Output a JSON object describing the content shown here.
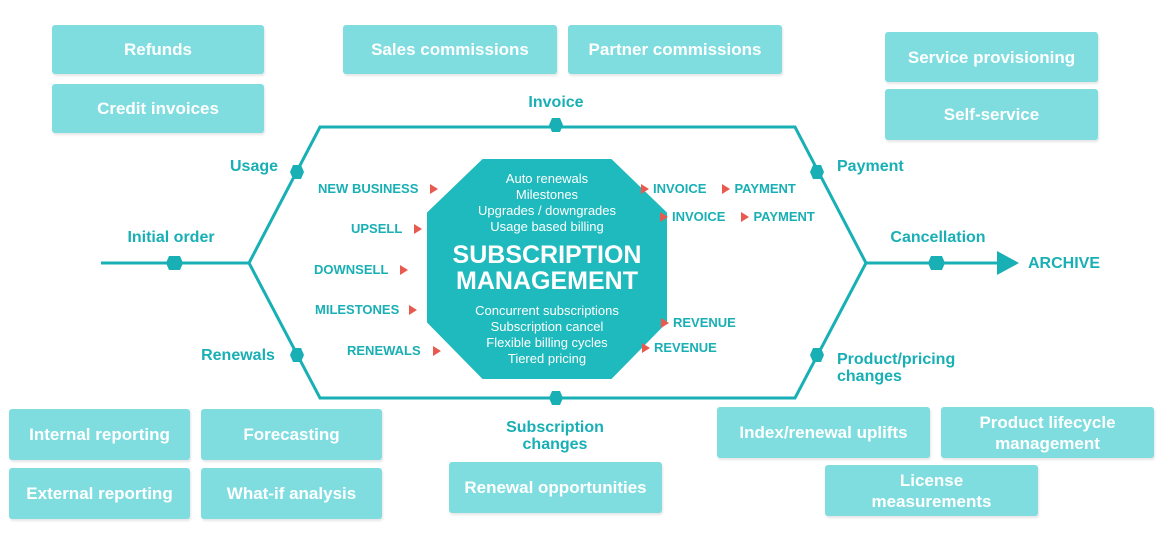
{
  "colors": {
    "accent": "#18afb5",
    "box_fill": "#7fdde0",
    "center_fill": "#1fbabd",
    "arrow_red": "#e85a4f",
    "text_white": "#ffffff"
  },
  "corner_boxes": {
    "refunds": "Refunds",
    "credit_invoices": "Credit invoices",
    "sales_commissions": "Sales commissions",
    "partner_commissions": "Partner commissions",
    "service_provisioning": "Service provisioning",
    "self_service": "Self-service",
    "internal_reporting": "Internal reporting",
    "external_reporting": "External reporting",
    "forecasting": "Forecasting",
    "what_if_analysis": "What-if analysis",
    "renewal_opportunities": "Renewal opportunities",
    "index_renewal_uplifts": "Index/renewal uplifts",
    "product_lifecycle_management": "Product lifecycle management",
    "license_measurements": "License measurements"
  },
  "nodes": {
    "invoice": "Invoice",
    "usage": "Usage",
    "payment": "Payment",
    "initial_order": "Initial order",
    "cancellation": "Cancellation",
    "archive": "ARCHIVE",
    "renewals": "Renewals",
    "product_pricing_changes": "Product/pricing changes",
    "subscription_changes": "Subscription changes"
  },
  "inputs": {
    "new_business": "NEW BUSINESS",
    "upsell": "UPSELL",
    "downsell": "DOWNSELL",
    "milestones": "MILESTONES",
    "renewals": "RENEWALS"
  },
  "outputs": {
    "invoice_1": "INVOICE",
    "payment_1": "PAYMENT",
    "invoice_2": "INVOICE",
    "payment_2": "PAYMENT",
    "revenue_1": "REVENUE",
    "revenue_2": "REVENUE"
  },
  "center": {
    "features_top": [
      "Auto renewals",
      "Milestones",
      "Upgrades / downgrades",
      "Usage based billing"
    ],
    "title_line1": "SUBSCRIPTION",
    "title_line2": "MANAGEMENT",
    "features_bottom": [
      "Concurrent subscriptions",
      "Subscription cancel",
      "Flexible billing cycles",
      "Tiered pricing"
    ]
  }
}
